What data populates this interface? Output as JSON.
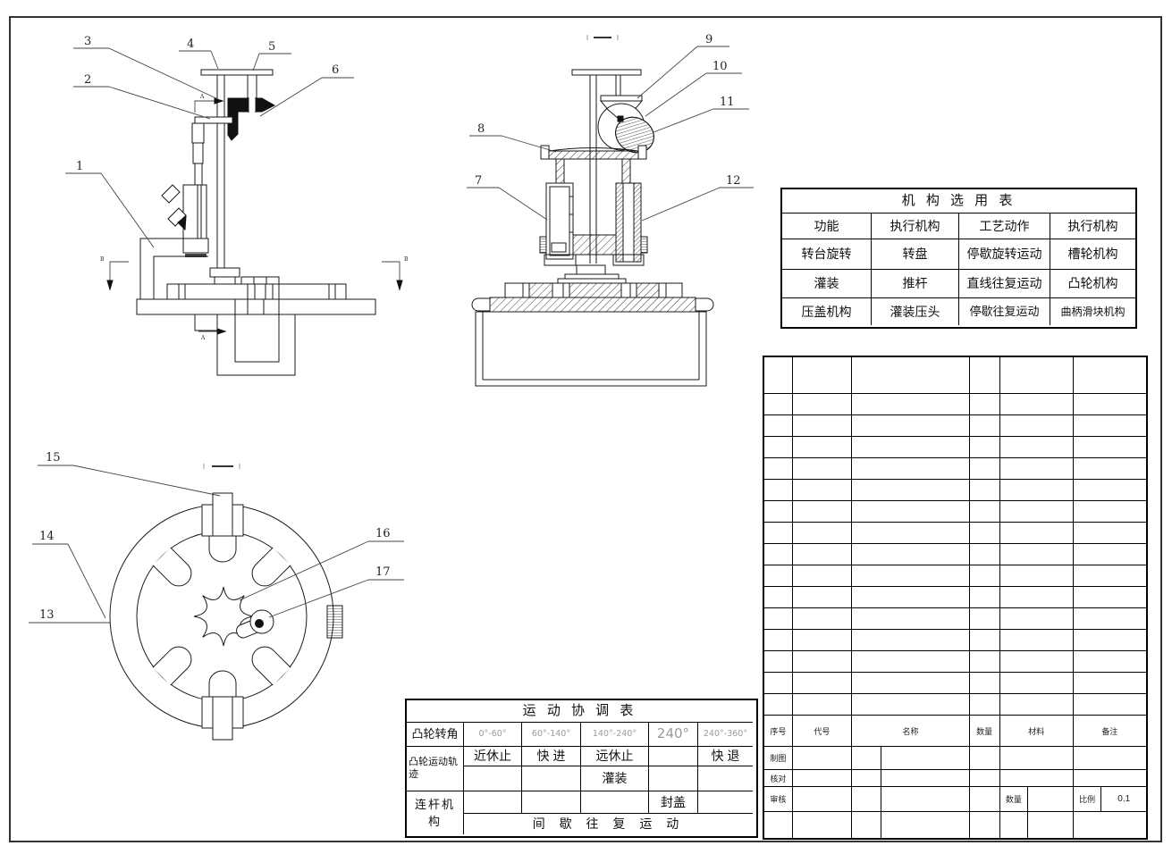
{
  "sheet": {
    "type": "engineering-drawing"
  },
  "part_labels": [
    "1",
    "2",
    "3",
    "4",
    "5",
    "6",
    "7",
    "8",
    "9",
    "10",
    "11",
    "12",
    "13",
    "14",
    "15",
    "16",
    "17"
  ],
  "section_letters": {
    "a_top": "A",
    "a_bottom": "A",
    "b_left": "B",
    "b_right": "B"
  },
  "mechanism_table": {
    "title": "机 构 选 用 表",
    "rows": [
      [
        "功能",
        "执行机构",
        "工艺动作",
        "执行机构"
      ],
      [
        "转台旋转",
        "转盘",
        "停歇旋转运动",
        "槽轮机构"
      ],
      [
        "灌装",
        "推杆",
        "直线往复运动",
        "凸轮机构"
      ],
      [
        "压盖机构",
        "灌装压头",
        "停歇往复运动",
        "曲柄滑块机构"
      ]
    ]
  },
  "motion_table": {
    "title": "运 动 协 调 表",
    "col_header": "凸轮转角",
    "angles": [
      "0°-60°",
      "60°-140°",
      "140°-240°",
      "240°",
      "240°-360°"
    ],
    "cam_label": "凸轮运动轨迹",
    "cam_track": [
      "近休止",
      "快 进",
      "远休止",
      "",
      "快 退"
    ],
    "cam_track2": [
      "",
      "",
      "灌装",
      "",
      ""
    ],
    "link_label": "连杆机构",
    "link_row": [
      "",
      "",
      "",
      "封盖",
      ""
    ],
    "link_merged": "间 歇 往 复 运 动"
  },
  "bom_table": {
    "headers": [
      "序号",
      "代号",
      "名称",
      "数量",
      "材料",
      "备注"
    ],
    "sign_rows": [
      "制图",
      "核对",
      "审核"
    ],
    "qty_label": "数量",
    "scale_label": "比例",
    "scale_value": "0.1"
  }
}
